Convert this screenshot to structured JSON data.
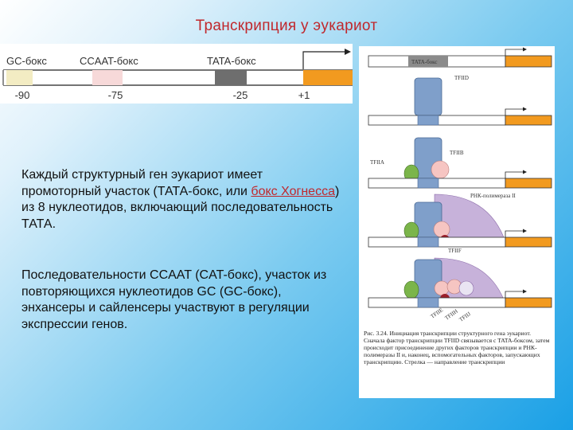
{
  "title": "Транскрипция у эукариот",
  "promoter": {
    "labels": {
      "gc": "GC-бокс",
      "ccaat": "CCAAT-бокс",
      "tata": "TATA-бокс"
    },
    "positions": [
      "-90",
      "-75",
      "-25",
      "+1"
    ]
  },
  "text": {
    "p1_before": "Каждый структурный ген эукариот имеет промоторный участок (ТАТА-бокс, или ",
    "p1_link": "бокс Хогнесса",
    "p1_after": ") из 8 нуклеотидов, включающий последовательность ТАТА.",
    "p2": "Последовательности CCAAT (CAT-бокс), участок из повторяющихся нуклеотидов GC  (GC-бокс), энхансеры и сайленсеры участвуют в регуляции экспрессии генов."
  },
  "figure": {
    "tata_label": "TATA-бокс",
    "tfiid": "TFIID",
    "tfiib": "TFIIB",
    "tfiia": "TFIIA",
    "rna_pol": "РНК-полимераза II",
    "tfiif": "TFIIF",
    "tfiie": "TFIIE",
    "tfiih": "TFIIH",
    "tfiij": "TFIIJ",
    "caption": "Рис. 3.24. Инициация транскрипции структурного гена эукариот. Сначала фактор транскрипции TFIID связывается с TATA-боксом, затем происходит присоединение других факторов транскрипции и РНК-полимеразы II и, наконец, вспомогательных факторов, запускающих транскрипцию. Стрелка — направление транскрипции"
  },
  "colors": {
    "title": "#c0282d",
    "gc_box": "#f3ecc3",
    "ccaat_box": "#f7d9d9",
    "tata_box": "#6e6e6e",
    "orange": "#f29a1f",
    "factor_blue": "#7f9fca",
    "pol_purple": "#c7b2da",
    "tfiia_green": "#7bb54a",
    "tfiib_pink": "#f6c5c2",
    "tfiif_red": "#9b1f2a"
  }
}
